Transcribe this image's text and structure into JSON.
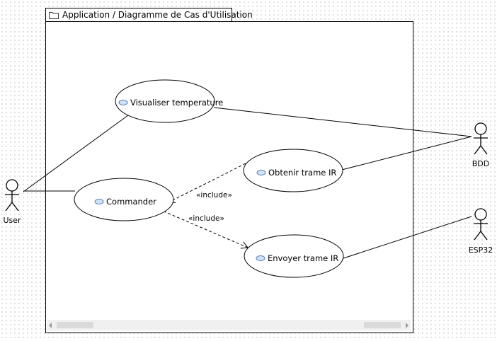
{
  "package": {
    "title": "Application / Diagramme de Cas d'Utilisation",
    "icon": "folder-icon"
  },
  "use_cases": {
    "visualiser": "Visualiser temperature",
    "commander": "Commander",
    "obtenir": "Obtenir trame IR",
    "envoyer": "Envoyer trame IR"
  },
  "actors": {
    "user": "User",
    "bdd": "BDD",
    "esp32": "ESP32"
  },
  "relations": {
    "include_1": "«include»",
    "include_2": "«include»"
  },
  "colors": {
    "usecase_icon_fill": "#cfe2f7",
    "usecase_icon_stroke": "#5a83b8",
    "line": "#000000"
  }
}
